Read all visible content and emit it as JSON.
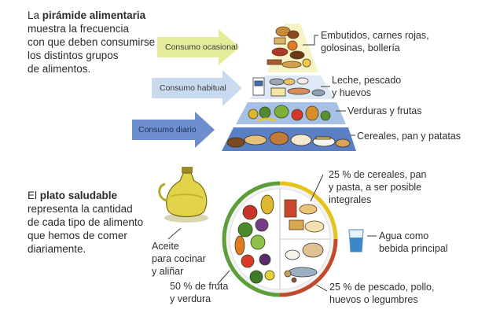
{
  "pyramid_intro": {
    "lead": "La ",
    "term": "pirámide alimentaria",
    "rest": [
      " muestra la frecuencia",
      "con que deben consumirse",
      "los distintos grupos",
      "de alimentos."
    ]
  },
  "arrows": {
    "occasional": "Consumo ocasional",
    "habitual": "Consumo habitual",
    "daily": "Consumo diario"
  },
  "pyramid_labels": {
    "top": [
      "Embutidos, carnes rojas,",
      "golosinas, bollería"
    ],
    "second": [
      "Leche, pescado",
      "y huevos"
    ],
    "third": "Verduras y frutas",
    "base": "Cereales, pan y patatas"
  },
  "plate_intro": {
    "lead": "El ",
    "term": "plato saludable",
    "rest": [
      "representa la cantidad",
      "de cada tipo de alimento",
      "que hemos de comer",
      "diariamente."
    ]
  },
  "plate_labels": {
    "oil": [
      "Aceite",
      "para cocinar",
      "y aliñar"
    ],
    "cereals": [
      "25 % de cereales, pan",
      "y pasta, a ser posible",
      "integrales"
    ],
    "water": [
      "Agua como",
      "bebida principal"
    ],
    "fruit": [
      "50 % de fruta",
      "y verdura"
    ],
    "protein": [
      "25 % de pescado, pollo,",
      "huevos o legumbres"
    ]
  },
  "colors": {
    "arrow_occasional": "#e4ec9a",
    "arrow_habitual": "#c9daf0",
    "arrow_daily": "#6d8fce",
    "pyramid_tier1": "#f6f3c6",
    "pyramid_tier2": "#dfe8f5",
    "pyramid_tier3": "#a9c0e6",
    "pyramid_tier4": "#5a7fc4",
    "plate_green": "#5d9e3a",
    "plate_yellow": "#e6c21c",
    "plate_red": "#c24a2c"
  }
}
